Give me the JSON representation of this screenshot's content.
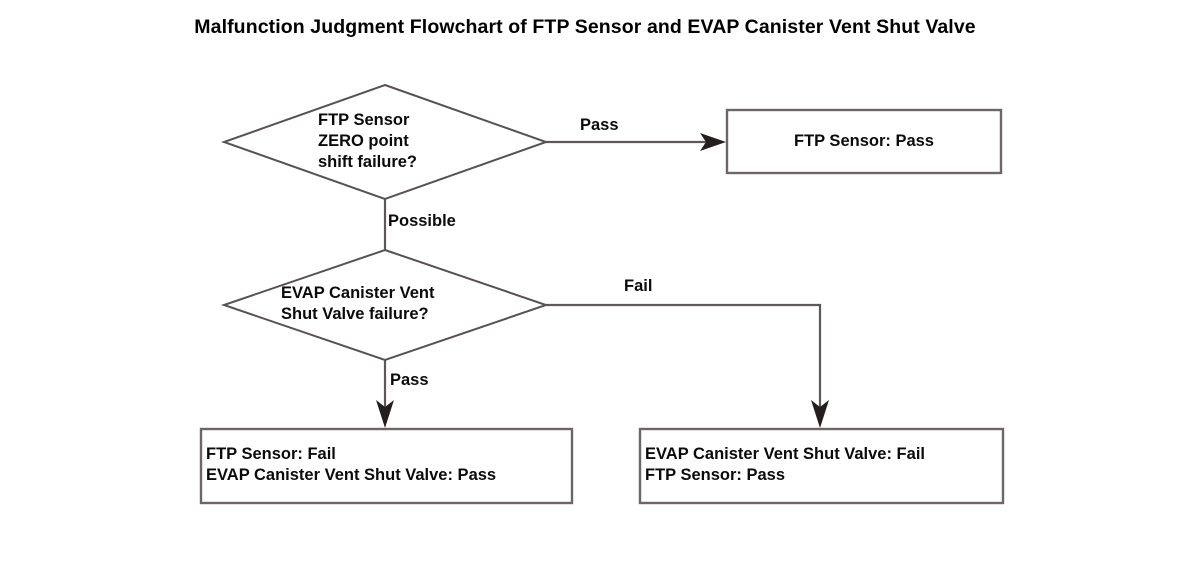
{
  "title": "Malfunction Judgment Flowchart of FTP Sensor and EVAP Canister Vent Shut Valve",
  "colors": {
    "background": "#ffffff",
    "text": "#0b0b0b",
    "shape_stroke": "#59514f",
    "box_stroke": "#6d6664",
    "connector": "#5d5755",
    "arrow_head": "#241f1e"
  },
  "nodes": {
    "decision_ftp_sensor": {
      "type": "decision",
      "text": "FTP Sensor\nZERO point\nshift failure?"
    },
    "decision_evap_valve": {
      "type": "decision",
      "text": "EVAP Canister Vent\nShut Valve failure?"
    },
    "result_ftp_pass": {
      "type": "process",
      "text": "FTP Sensor: Pass"
    },
    "result_ftp_fail": {
      "type": "process",
      "text": "FTP Sensor: Fail\nEVAP Canister Vent Shut Valve: Pass"
    },
    "result_evap_fail": {
      "type": "process",
      "text": "EVAP Canister Vent Shut Valve: Fail\nFTP Sensor: Pass"
    }
  },
  "edge_labels": {
    "ftp_pass": "Pass",
    "ftp_possible": "Possible",
    "evap_fail": "Fail",
    "evap_pass": "Pass"
  }
}
